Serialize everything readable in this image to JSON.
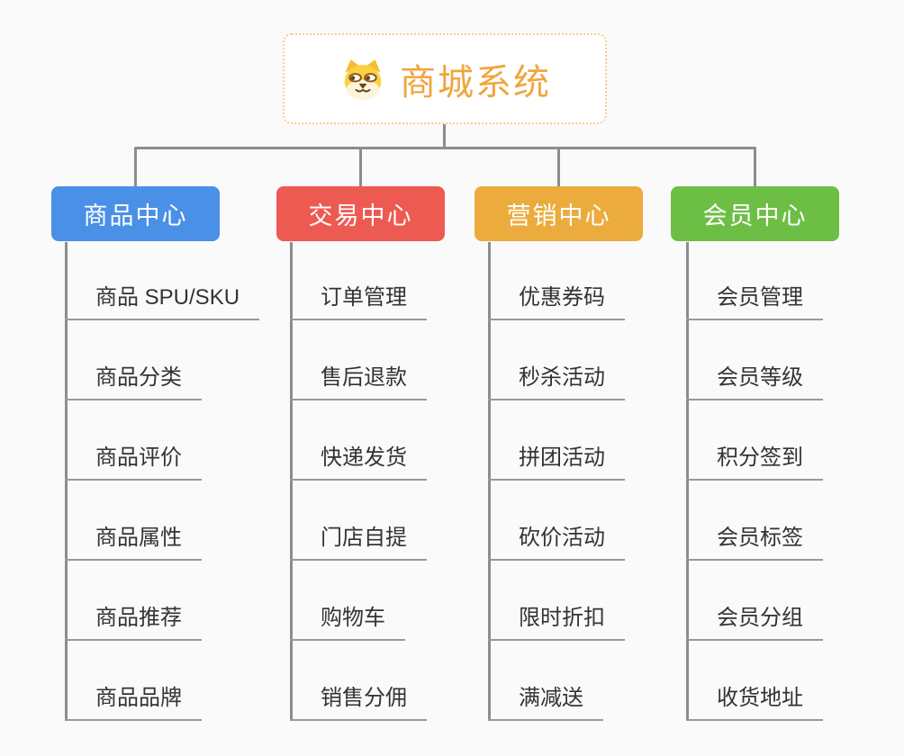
{
  "root": {
    "title": "商城系统",
    "icon": "shiba-dog-icon",
    "accent_color": "#F0A63E",
    "border_color": "#F6CD92"
  },
  "connectors": {
    "line_color": "#8C8C8C",
    "underline_color": "#999999"
  },
  "branches": [
    {
      "id": "product-center",
      "label": "商品中心",
      "color": "#4A90E6",
      "items": [
        "商品 SPU/SKU",
        "商品分类",
        "商品评价",
        "商品属性",
        "商品推荐",
        "商品品牌"
      ]
    },
    {
      "id": "trade-center",
      "label": "交易中心",
      "color": "#ED5A52",
      "items": [
        "订单管理",
        "售后退款",
        "快递发货",
        "门店自提",
        "购物车",
        "销售分佣"
      ]
    },
    {
      "id": "marketing-center",
      "label": "营销中心",
      "color": "#EBAC3D",
      "items": [
        "优惠券码",
        "秒杀活动",
        "拼团活动",
        "砍价活动",
        "限时折扣",
        "满减送"
      ]
    },
    {
      "id": "member-center",
      "label": "会员中心",
      "color": "#6DBE45",
      "items": [
        "会员管理",
        "会员等级",
        "积分签到",
        "会员标签",
        "会员分组",
        "收货地址"
      ]
    }
  ]
}
